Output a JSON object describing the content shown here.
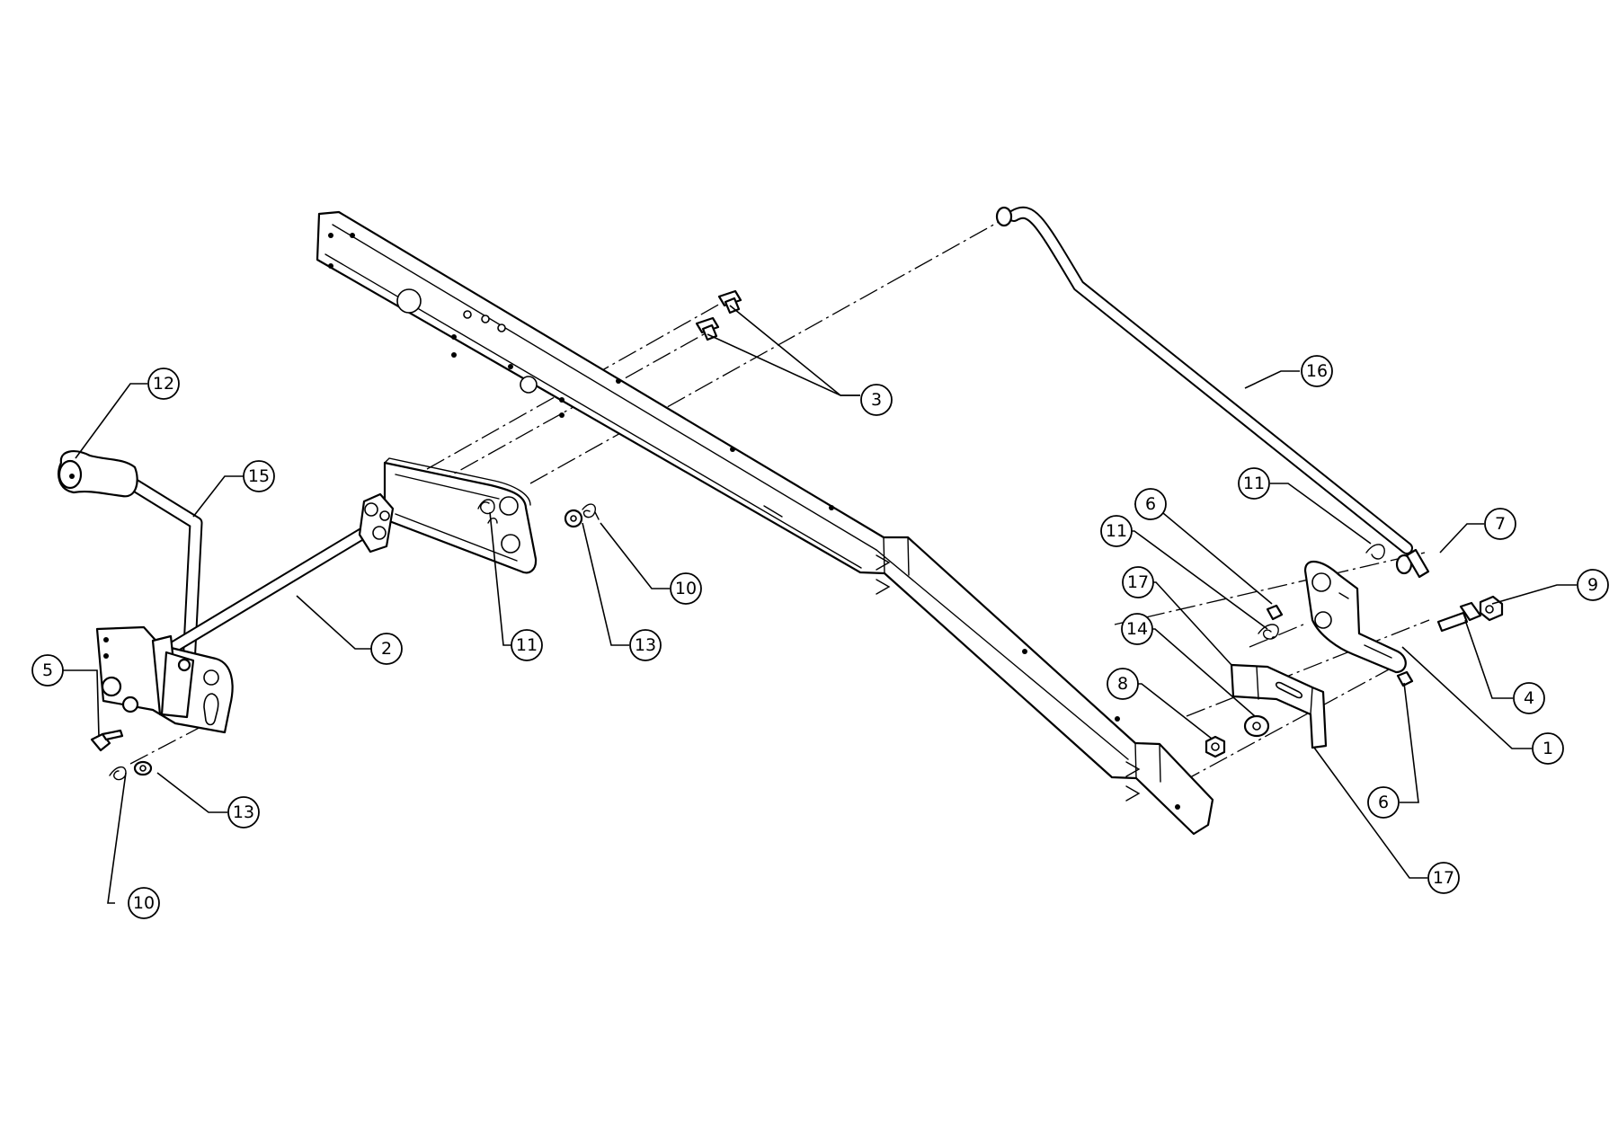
{
  "callouts": [
    {
      "label": "12"
    },
    {
      "label": "15"
    },
    {
      "label": "2"
    },
    {
      "label": "5"
    },
    {
      "label": "13"
    },
    {
      "label": "10"
    },
    {
      "label": "11"
    },
    {
      "label": "13"
    },
    {
      "label": "10"
    },
    {
      "label": "3"
    },
    {
      "label": "16"
    },
    {
      "label": "11"
    },
    {
      "label": "7"
    },
    {
      "label": "9"
    },
    {
      "label": "4"
    },
    {
      "label": "6"
    },
    {
      "label": "11"
    },
    {
      "label": "17"
    },
    {
      "label": "14"
    },
    {
      "label": "8"
    },
    {
      "label": "1"
    },
    {
      "label": "6"
    },
    {
      "label": "17"
    }
  ]
}
